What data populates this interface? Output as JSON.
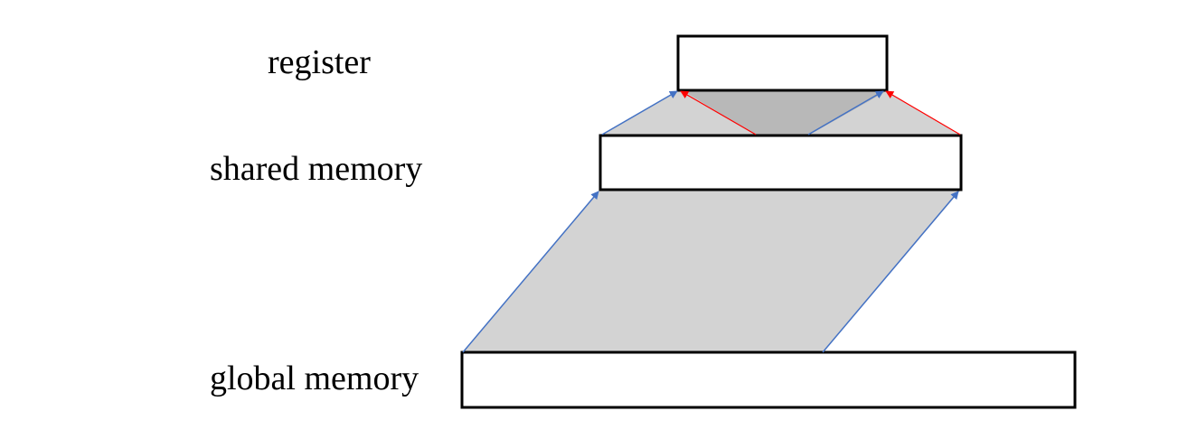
{
  "labels": {
    "register": "register",
    "shared_memory": "shared memory",
    "global_memory": "global memory"
  },
  "colors": {
    "load_arrow": "#4472C4",
    "store_arrow": "#FF0000",
    "light_region": "#D3D3D3",
    "dark_region": "#B8B8B8",
    "box_border": "#000000"
  }
}
